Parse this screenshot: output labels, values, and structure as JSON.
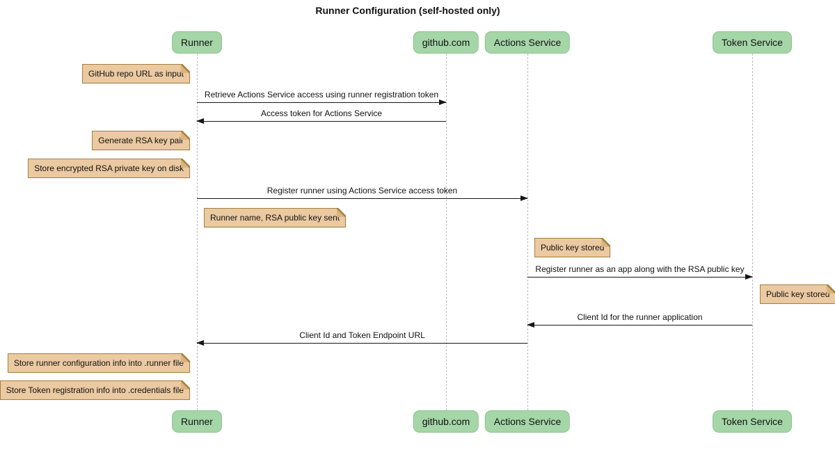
{
  "diagram": {
    "type": "sequence",
    "title": "Runner Configuration (self-hosted only)",
    "participants": [
      {
        "name": "Runner"
      },
      {
        "name": "github.com"
      },
      {
        "name": "Actions Service"
      },
      {
        "name": "Token Service"
      }
    ],
    "messages": [
      {
        "from": "Runner",
        "to": "github.com",
        "text": "Retrieve Actions Service access using runner registration token"
      },
      {
        "from": "github.com",
        "to": "Runner",
        "text": "Access token for Actions Service"
      },
      {
        "from": "Runner",
        "to": "Actions Service",
        "text": "Register runner using Actions Service access token"
      },
      {
        "from": "Actions Service",
        "to": "Token Service",
        "text": "Register runner as an app along with the RSA public key"
      },
      {
        "from": "Token Service",
        "to": "Actions Service",
        "text": "Client Id for the runner application"
      },
      {
        "from": "Actions Service",
        "to": "Runner",
        "text": "Client Id and Token Endpoint URL"
      }
    ],
    "notes": [
      {
        "text": "GitHub repo URL as input",
        "position": "left of Runner"
      },
      {
        "text": "Generate RSA key pair",
        "position": "left of Runner"
      },
      {
        "text": "Store encrypted RSA private key on disk",
        "position": "left of Runner"
      },
      {
        "text": "Runner name, RSA public key sent",
        "position": "right of Runner"
      },
      {
        "text": "Public key stored",
        "position": "right of Actions Service"
      },
      {
        "text": "Public key stored",
        "position": "right of Token Service"
      },
      {
        "text": "Store runner configuration info into .runner file",
        "position": "left of Runner"
      },
      {
        "text": "Store Token registration info into .credentials file",
        "position": "left of Runner"
      }
    ],
    "colors": {
      "background": "#FFFFFF",
      "participant_fill": "#A5D6A7",
      "participant_border": "#8FC191",
      "note_fill": "#EBC9A1",
      "note_border": "#A3803D",
      "note_fold": "#D9B47E",
      "lifeline": "#BBBBBB",
      "arrow": "#161616",
      "text": "#111111"
    }
  }
}
